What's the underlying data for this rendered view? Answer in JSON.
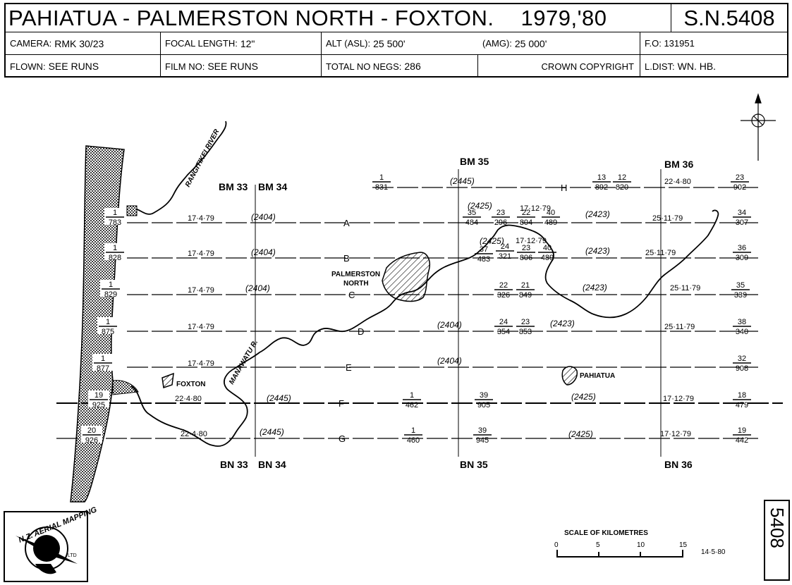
{
  "header": {
    "title": "PAHIATUA - PALMERSTON NORTH - FOXTON.",
    "years": "1979,'80",
    "sn": "S.N.5408",
    "camera_label": "CAMERA:",
    "camera": "RMK 30/23",
    "focal_label": "FOCAL LENGTH:",
    "focal": "12\"",
    "alt_label": "ALT (ASL):",
    "alt": "25 500'",
    "amg_label": "(AMG):",
    "amg": "25 000'",
    "fo": "F.O: 131951",
    "flown_label": "FLOWN:",
    "flown": "SEE RUNS",
    "film_label": "FILM NO:",
    "film": "SEE RUNS",
    "negs_label": "TOTAL NO NEGS:",
    "negs": "286",
    "copyright": "CROWN    COPYRIGHT",
    "ldist_label": "L.DIST:",
    "ldist": "WN. HB."
  },
  "map": {
    "river_rangitikei": "RANGITIKEI RIVER",
    "river_manawatu": "MANAWATU R.",
    "towns": [
      "PALMERSTON",
      "NORTH",
      "FOXTON",
      "PAHIATUA"
    ],
    "bm_labels": [
      "BM 33",
      "BM 34",
      "BM 35",
      "BM 36"
    ],
    "bn_labels": [
      "BN 33",
      "BN 34",
      "BN 35",
      "BN 36"
    ],
    "runs": [
      "H",
      "A",
      "B",
      "C",
      "D",
      "E",
      "F",
      "G"
    ],
    "dates": {
      "a1": "17·4·79",
      "a2": "25·11·79",
      "a3": "17·12·79",
      "b1": "17·4·79",
      "b2": "25·11·79",
      "b3": "17·12·79",
      "c1": "17·4·79",
      "c2": "25·11·79",
      "d1": "17·4·79",
      "d2": "25·11·79",
      "e1": "17·4·79",
      "f1": "22·4·80",
      "f2": "17·12·79",
      "g1": "22·4·80",
      "g2": "17·12·79",
      "h1": "22·4·80"
    },
    "films": {
      "h1": "(2445)",
      "a1": "(2404)",
      "a2": "(2425)",
      "a3": "(2423)",
      "b1": "(2404)",
      "b2": "(2425)",
      "b3": "(2423)",
      "c1": "(2404)",
      "c2": "(2423)",
      "d1": "(2404)",
      "d2": "(2423)",
      "e1": "(2404)",
      "f1": "(2445)",
      "f2": "(2425)",
      "g1": "(2445)",
      "g2": "(2425)"
    },
    "fractions": {
      "h_a": [
        "1",
        "831"
      ],
      "h_b": [
        "13",
        "892"
      ],
      "h_c": [
        "12",
        "820"
      ],
      "h_d": [
        "23",
        "902"
      ],
      "a_l": [
        "1",
        "783"
      ],
      "a_a": [
        "35",
        "484"
      ],
      "a_b": [
        "23",
        "296"
      ],
      "a_c": [
        "22",
        "804"
      ],
      "a_d": [
        "40",
        "489"
      ],
      "a_r": [
        "34",
        "307"
      ],
      "b_l": [
        "1",
        "828"
      ],
      "b_a": [
        "37",
        "483"
      ],
      "b_b": [
        "24",
        "321"
      ],
      "b_c": [
        "23",
        "806"
      ],
      "b_d": [
        "40",
        "489"
      ],
      "b_r": [
        "36",
        "309"
      ],
      "c_l": [
        "1",
        "829"
      ],
      "c_a": [
        "22",
        "326"
      ],
      "c_b": [
        "21",
        "849"
      ],
      "c_r": [
        "35",
        "339"
      ],
      "d_l": [
        "1",
        "875"
      ],
      "d_a": [
        "24",
        "354"
      ],
      "d_b": [
        "23",
        "853"
      ],
      "d_r": [
        "38",
        "340"
      ],
      "e_l": [
        "1",
        "877"
      ],
      "e_r": [
        "32",
        "908"
      ],
      "f_l": [
        "19",
        "925"
      ],
      "f_a": [
        "1",
        "462"
      ],
      "f_b": [
        "39",
        "905"
      ],
      "f_r": [
        "18",
        "479"
      ],
      "g_l": [
        "20",
        "926"
      ],
      "g_a": [
        "1",
        "460"
      ],
      "g_b": [
        "39",
        "945"
      ],
      "g_r": [
        "19",
        "442"
      ]
    }
  },
  "scale": {
    "title": "SCALE    OF    KILOMETRES",
    "ticks": [
      "0",
      "5",
      "10",
      "15"
    ],
    "date": "14·5·80"
  },
  "logo": {
    "text": "N.Z. AERIAL MAPPING",
    "sub": "LTD"
  },
  "sheet_no": "5408"
}
